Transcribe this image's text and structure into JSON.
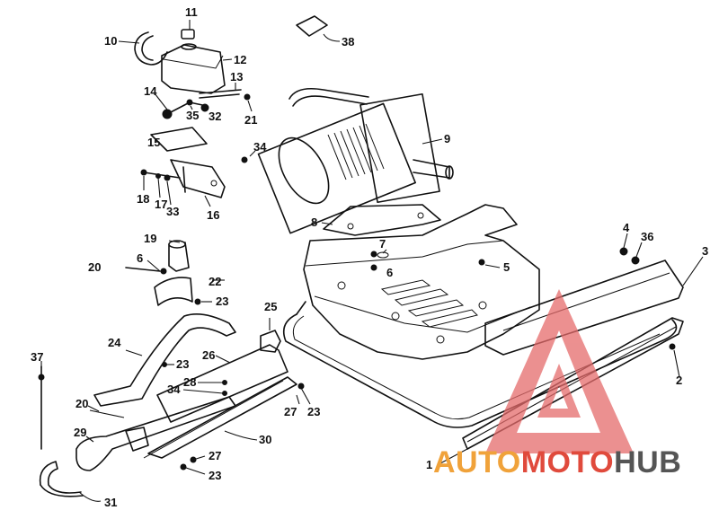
{
  "diagram": {
    "callouts": [
      {
        "id": "c11a",
        "text": "11"
      },
      {
        "id": "c10",
        "text": "10"
      },
      {
        "id": "c12",
        "text": "12"
      },
      {
        "id": "c38",
        "text": "38"
      },
      {
        "id": "c13",
        "text": "13"
      },
      {
        "id": "c14",
        "text": "14"
      },
      {
        "id": "c35",
        "text": "35"
      },
      {
        "id": "c32",
        "text": "32"
      },
      {
        "id": "c21",
        "text": "21"
      },
      {
        "id": "c9",
        "text": "9"
      },
      {
        "id": "c15",
        "text": "15"
      },
      {
        "id": "c34a",
        "text": "34"
      },
      {
        "id": "c18",
        "text": "18"
      },
      {
        "id": "c17",
        "text": "17"
      },
      {
        "id": "c33",
        "text": "33"
      },
      {
        "id": "c16",
        "text": "16"
      },
      {
        "id": "c8",
        "text": "8"
      },
      {
        "id": "c4",
        "text": "4"
      },
      {
        "id": "c36",
        "text": "36"
      },
      {
        "id": "c3",
        "text": "3"
      },
      {
        "id": "c19",
        "text": "19"
      },
      {
        "id": "c7",
        "text": "7"
      },
      {
        "id": "c5",
        "text": "5"
      },
      {
        "id": "c20a",
        "text": "20"
      },
      {
        "id": "c6a",
        "text": "6"
      },
      {
        "id": "c6b",
        "text": "6"
      },
      {
        "id": "c22",
        "text": "22"
      },
      {
        "id": "c23a",
        "text": "23"
      },
      {
        "id": "c25",
        "text": "25"
      },
      {
        "id": "c24",
        "text": "24"
      },
      {
        "id": "c37",
        "text": "37"
      },
      {
        "id": "c26",
        "text": "26"
      },
      {
        "id": "c23b",
        "text": "23"
      },
      {
        "id": "c28",
        "text": "28"
      },
      {
        "id": "c34b",
        "text": "34"
      },
      {
        "id": "c2",
        "text": "2"
      },
      {
        "id": "c20b",
        "text": "20"
      },
      {
        "id": "c27a",
        "text": "27"
      },
      {
        "id": "c23c",
        "text": "23"
      },
      {
        "id": "c29",
        "text": "29"
      },
      {
        "id": "c30",
        "text": "30"
      },
      {
        "id": "c27b",
        "text": "27"
      },
      {
        "id": "c23d",
        "text": "23"
      },
      {
        "id": "c1",
        "text": "1"
      },
      {
        "id": "c31",
        "text": "31"
      }
    ]
  },
  "watermark": {
    "brand": "AUTOMOTOHUB",
    "colors": {
      "triangle": "#e56b6b",
      "auto": "#f0a23a",
      "moto": "#e04a3c",
      "hub": "#555555"
    }
  }
}
